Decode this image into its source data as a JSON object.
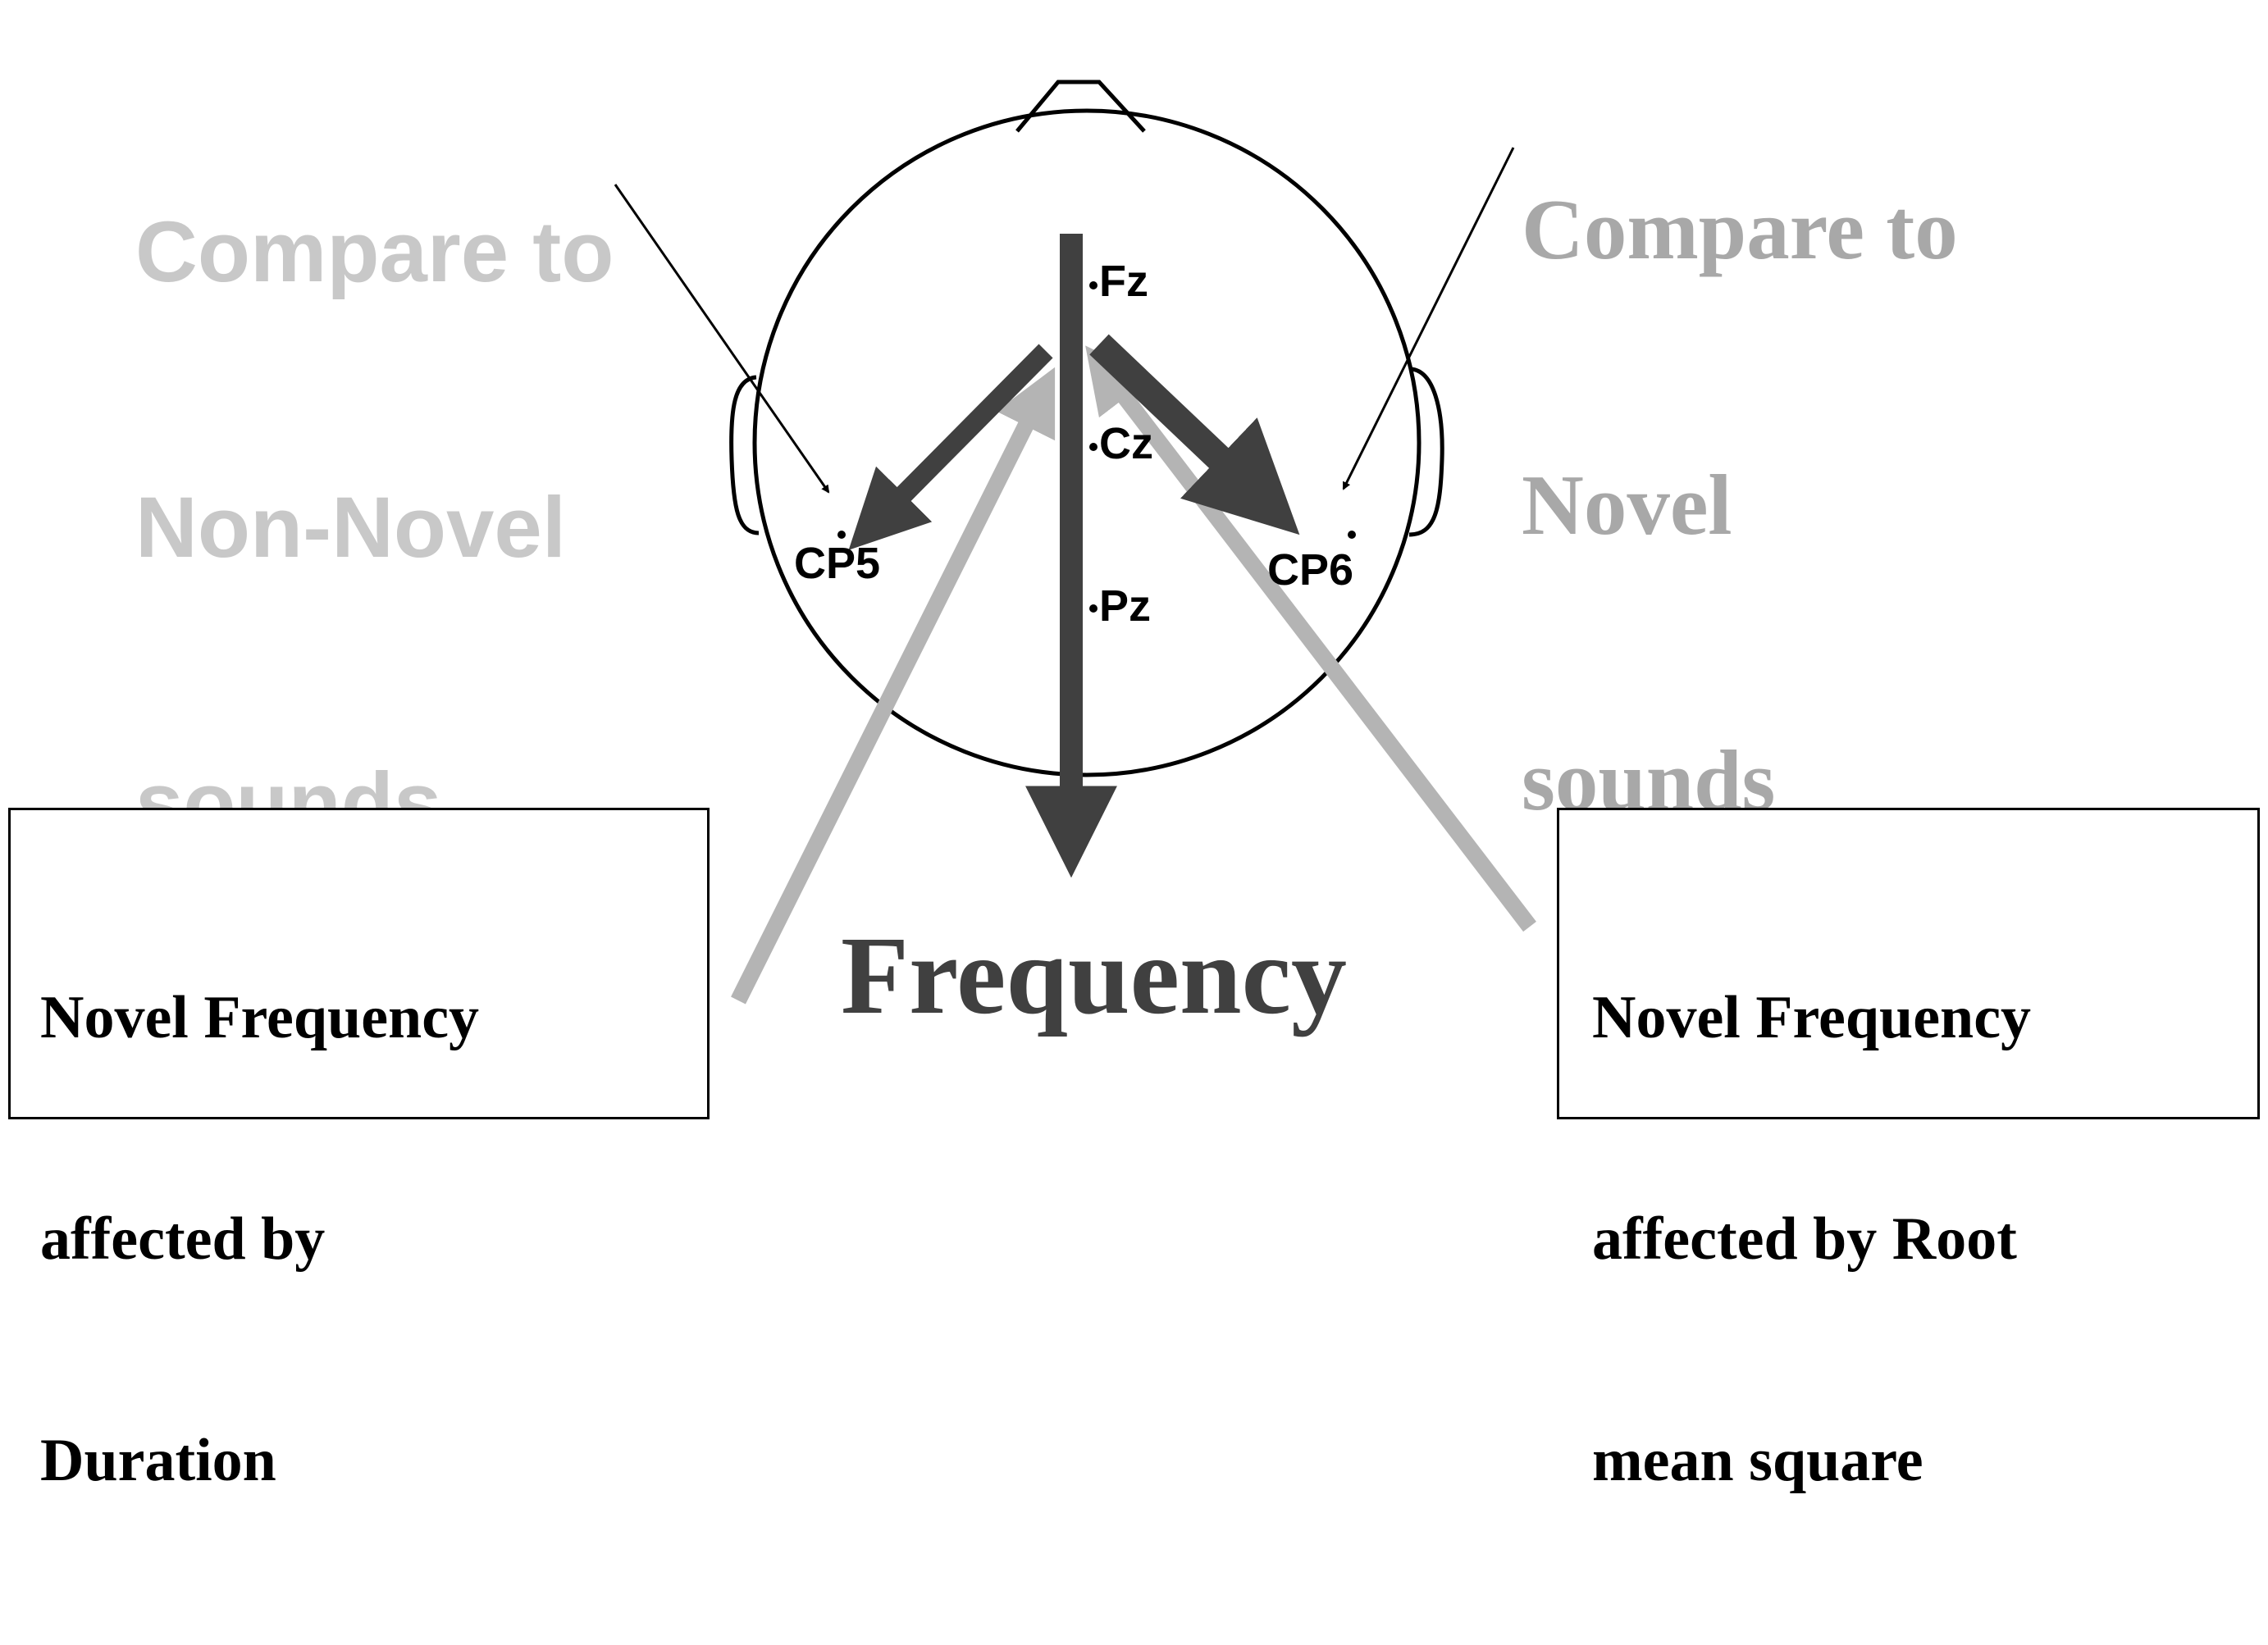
{
  "top_left_note": [
    "Compare to",
    "Non-Novel",
    "sounds"
  ],
  "top_right_note": [
    "Compare to",
    "Novel",
    "sounds"
  ],
  "electrodes": {
    "fz": "Fz",
    "cz": "Cz",
    "pz": "Pz",
    "cp5": "CP5",
    "cp6": "CP6"
  },
  "center_label": "Frequency",
  "left_box": [
    "Novel Frequency",
    "affected by",
    "Duration"
  ],
  "right_box": [
    "Novel Frequency",
    "affected by Root",
    "mean square"
  ],
  "colors": {
    "dark_arrow": "#404040",
    "light_arrow": "#b4b4b4",
    "left_note": "#c8c8c8",
    "right_note": "#a8a8a8",
    "outline": "#000000"
  }
}
